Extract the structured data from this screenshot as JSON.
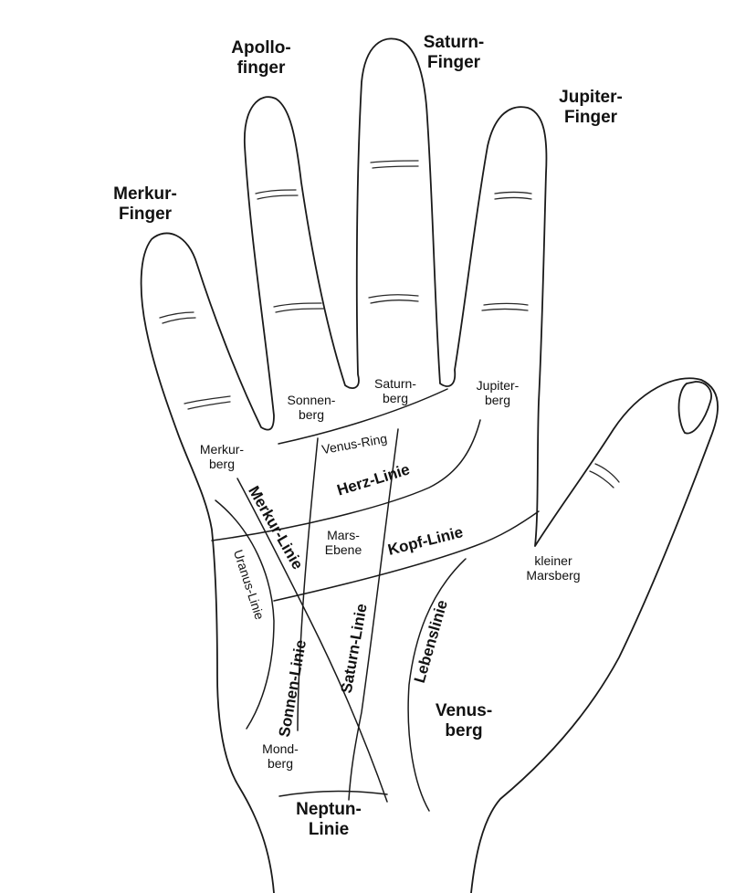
{
  "labels": {
    "apollo_finger": [
      "Apollo-",
      "finger"
    ],
    "saturn_finger": [
      "Saturn-",
      "Finger"
    ],
    "jupiter_finger": [
      "Jupiter-",
      "Finger"
    ],
    "merkur_finger": [
      "Merkur-",
      "Finger"
    ],
    "sonnenberg": [
      "Sonnen-",
      "berg"
    ],
    "saturnberg": [
      "Saturn-",
      "berg"
    ],
    "jupiterberg": [
      "Jupiter-",
      "berg"
    ],
    "merkurberg": [
      "Merkur-",
      "berg"
    ],
    "venus_ring": "Venus-Ring",
    "herz_linie": "Herz-Linie",
    "merkur_linie": "Merkur-Linie",
    "mars_ebene": [
      "Mars-",
      "Ebene"
    ],
    "kopf_linie": "Kopf-Linie",
    "uranus_linie": "Uranus-Linie",
    "kleiner_marsberg": [
      "kleiner",
      "Marsberg"
    ],
    "lebenslinie": "Lebenslinie",
    "sonnen_linie": "Sonnen-Linie",
    "saturn_linie": "Saturn-Linie",
    "venusberg": [
      "Venus-",
      "berg"
    ],
    "mondberg": [
      "Mond-",
      "berg"
    ],
    "neptun_linie": [
      "Neptun-",
      "Linie"
    ]
  }
}
